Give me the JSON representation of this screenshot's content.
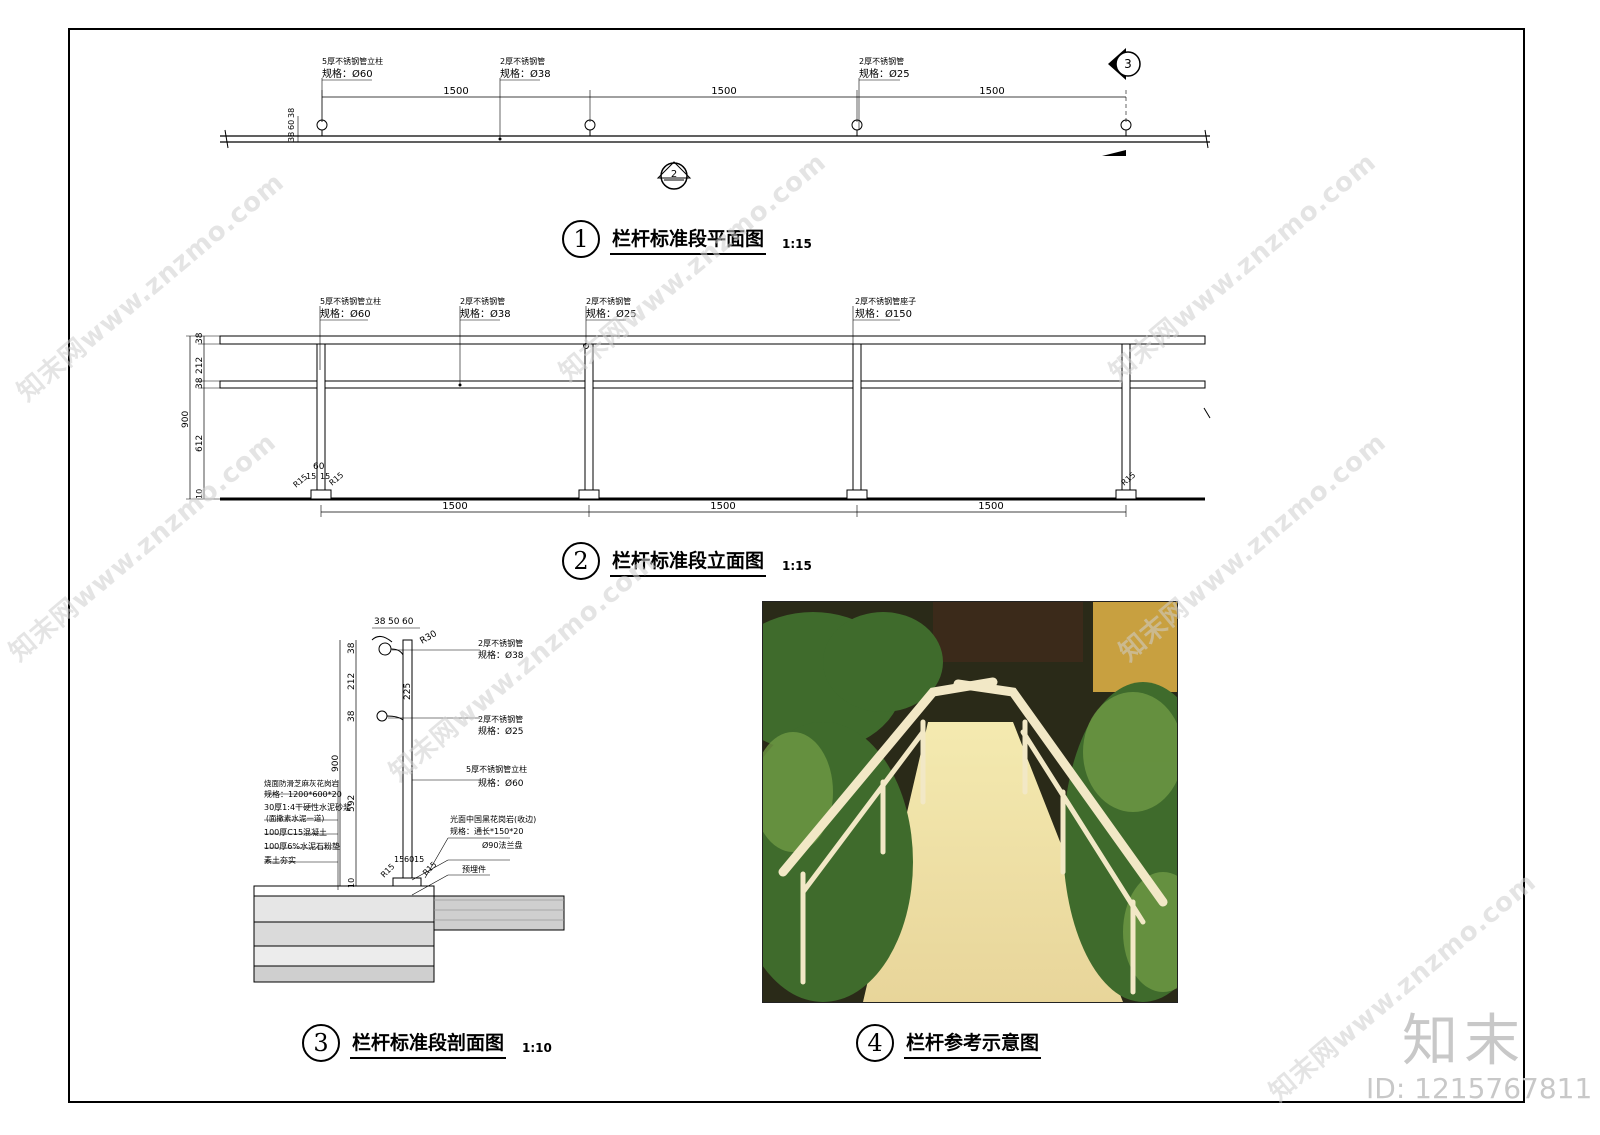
{
  "plan": {
    "callouts": [
      {
        "line1": "5厚不锈钢管立柱",
        "line2": "规格：Ø60"
      },
      {
        "line1": "2厚不锈钢管",
        "line2": "规格：Ø38"
      },
      {
        "line1": "2厚不锈钢管",
        "line2": "规格：Ø25"
      }
    ],
    "spans": [
      "1500",
      "1500",
      "1500"
    ],
    "offset_dims": [
      "38",
      "60",
      "38"
    ],
    "section_marker": "3",
    "elevation_marker": "2",
    "title": {
      "num": "1",
      "text": "栏杆标准段平面图",
      "scale": "1:15"
    }
  },
  "elevation": {
    "callouts": [
      {
        "line1": "5厚不锈钢管立柱",
        "line2": "规格：Ø60"
      },
      {
        "line1": "2厚不锈钢管",
        "line2": "规格：Ø38"
      },
      {
        "line1": "2厚不锈钢管",
        "line2": "规格：Ø25"
      },
      {
        "line1": "2厚不锈钢管座子",
        "line2": "规格：Ø150"
      }
    ],
    "vert_dims": [
      "38",
      "212",
      "38",
      "612"
    ],
    "total_height": "900",
    "base_dims": [
      "60",
      "15",
      "15"
    ],
    "radius_labels": [
      "R15",
      "R15",
      "R15"
    ],
    "ground_dim": "10",
    "spans": [
      "1500",
      "1500",
      "1500"
    ],
    "title": {
      "num": "2",
      "text": "栏杆标准段立面图",
      "scale": "1:15"
    }
  },
  "section": {
    "top_dims": [
      "38",
      "50",
      "60"
    ],
    "radius": "R30",
    "vert_dims": [
      "38",
      "212",
      "38",
      "592",
      "900",
      "225",
      "10"
    ],
    "base_dims": [
      "15",
      "60",
      "15"
    ],
    "radius_labels": [
      "R15",
      "R15"
    ],
    "right_callouts": [
      {
        "line1": "2厚不锈钢管",
        "line2": "规格：Ø38"
      },
      {
        "line1": "2厚不锈钢管",
        "line2": "规格：Ø25"
      },
      {
        "line1": "5厚不锈钢管立柱",
        "line2": "规格：Ø60"
      },
      {
        "line1": "光面中国黑花岗岩(收边)",
        "line2": "规格：通长*150*20"
      },
      {
        "line1": "Ø90法兰盘",
        "line2": ""
      },
      {
        "line1": "预埋件",
        "line2": ""
      }
    ],
    "layers": [
      "烧面防滑芝麻灰花岗岩",
      "规格：1200*600*20",
      "30厚1:4干硬性水泥砂浆",
      "(面撒素水泥一道)",
      "100厚C15混凝土",
      "100厚6%水泥石粉垫",
      "素土夯实"
    ],
    "title": {
      "num": "3",
      "text": "栏杆标准段剖面图",
      "scale": "1:10"
    }
  },
  "photo": {
    "title": {
      "num": "4",
      "text": "栏杆参考示意图",
      "scale": ""
    }
  },
  "watermark": {
    "text": "知末网www.znzmo.com",
    "brand": "知末",
    "id": "ID: 1215767811"
  },
  "colors": {
    "line": "#000000",
    "watermark": "#cccccc"
  }
}
